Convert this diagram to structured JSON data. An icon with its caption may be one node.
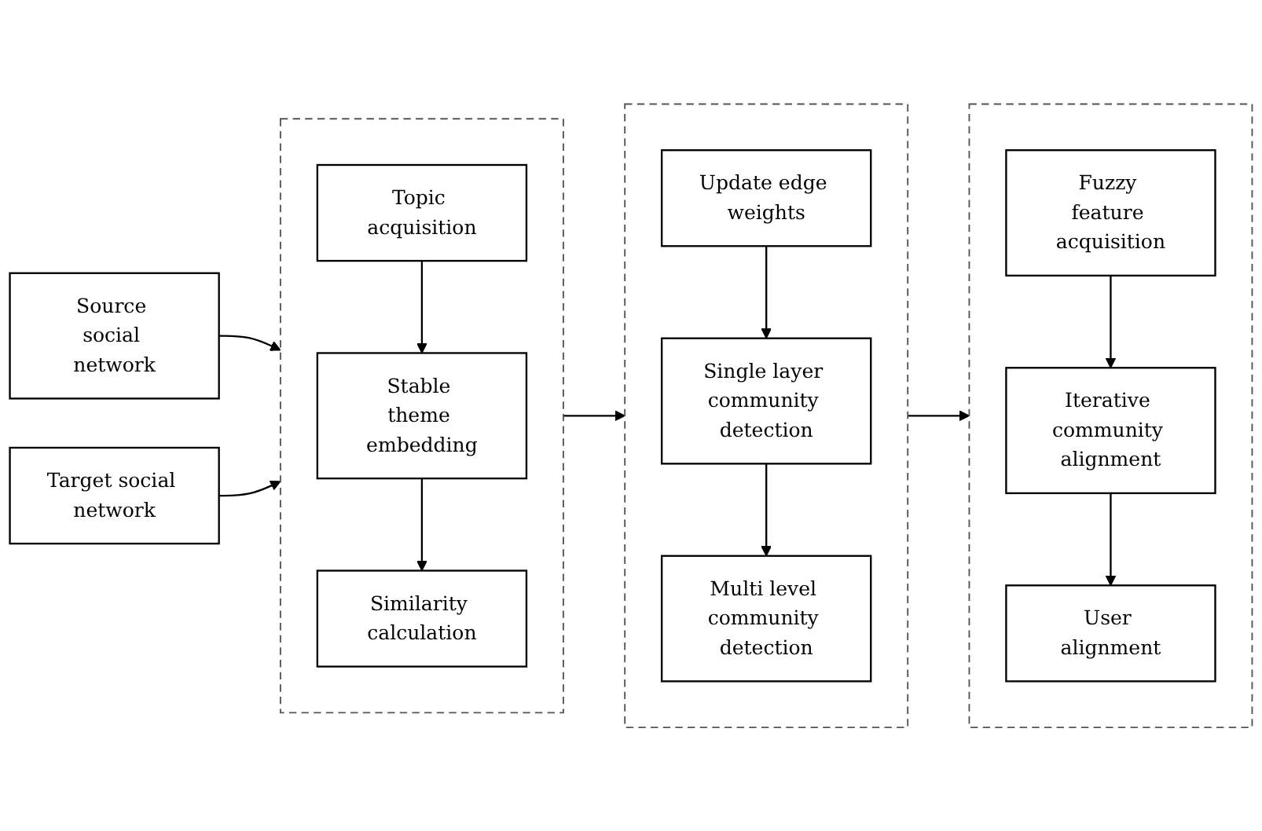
{
  "diagram": {
    "nodes": [
      {
        "text": [
          "Source social network"
        ]
      },
      {
        "text": [
          "Target social network"
        ]
      },
      {
        "text": [],
        "shape": "box"
      },
      {
        "text": [
          "Topic acquisition"
        ],
        "in": 2
      },
      {
        "text": [
          "Stable theme embedding"
        ],
        "in": 2
      },
      {
        "text": [
          "Similarity calculation"
        ],
        "in": 2
      },
      {
        "text": [],
        "shape": "box"
      },
      {
        "text": [
          "Update edge weights"
        ],
        "in": 6
      },
      {
        "text": [
          "Single layer community detection"
        ],
        "in": 6
      },
      {
        "text": [
          "Multi level community detection"
        ],
        "in": 6
      },
      {
        "text": [],
        "shape": "box"
      },
      {
        "text": [
          "Fuzzy feature acquisition"
        ],
        "in": 10
      },
      {
        "text": [
          "Iterative community alignment"
        ],
        "in": 10
      },
      {
        "text": [
          "User alignment"
        ],
        "in": 10
      }
    ],
    "edges": [
      {
        "from": 0,
        "to": 2,
        "arrow": "to"
      },
      {
        "from": 1,
        "to": 2,
        "arrow": "to"
      },
      {
        "from": 3,
        "to": 4,
        "arrow": "to"
      },
      {
        "from": 4,
        "to": 5,
        "arrow": "to"
      },
      {
        "from": 2,
        "to": 6,
        "arrow": "to"
      },
      {
        "from": 7,
        "to": 8,
        "arrow": "to"
      },
      {
        "from": 8,
        "to": 9,
        "arrow": "to"
      },
      {
        "from": 6,
        "to": 10,
        "arrow": "to"
      },
      {
        "from": 11,
        "to": 12,
        "arrow": "to"
      },
      {
        "from": 12,
        "to": 13,
        "arrow": "to"
      }
    ]
  }
}
